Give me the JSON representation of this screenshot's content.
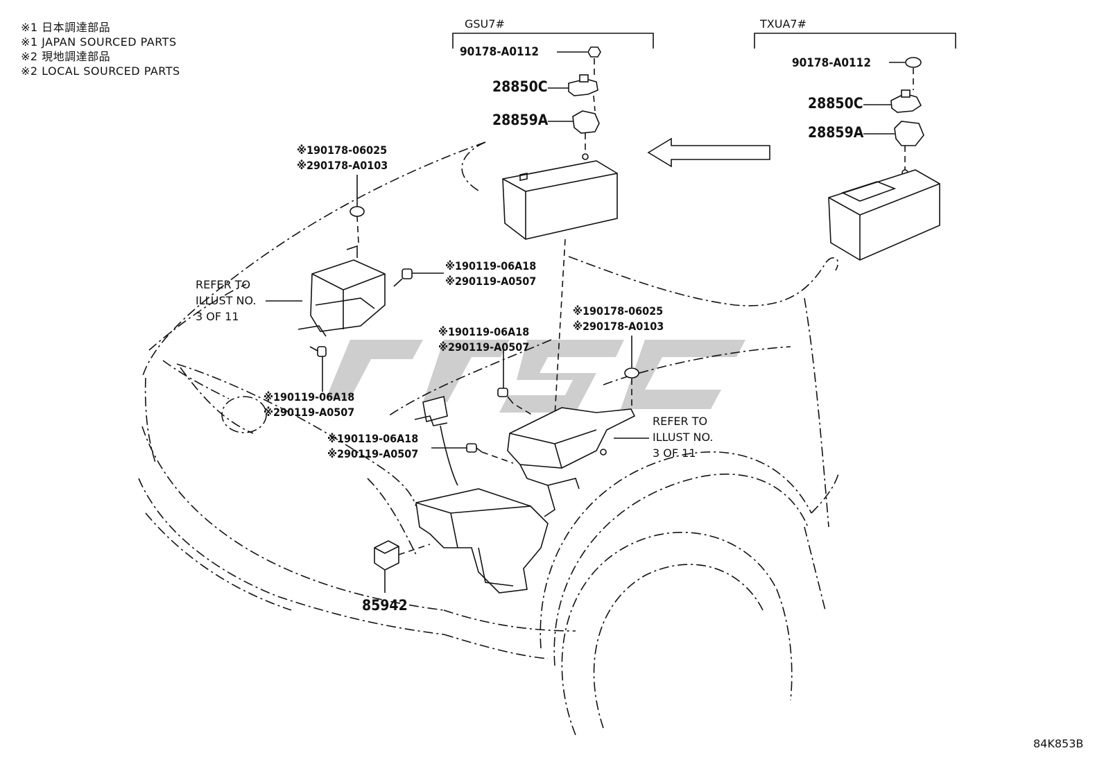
{
  "notes": [
    "※1 日本調達部品",
    "※1 JAPAN SOURCED PARTS",
    "※2 現地調達部品",
    "※2 LOCAL SOURCED PARTS"
  ],
  "variants": {
    "left": "GSU7#",
    "right": "TXUA7#"
  },
  "parts": {
    "nut_top": "90178-A0112",
    "clamp": "28850C",
    "bracket": "28859A",
    "label_85942": "85942"
  },
  "callouts": {
    "nut_left_1": "※190178-06025",
    "nut_left_2": "※290178-A0103",
    "bolt_a_1": "※190119-06A18",
    "bolt_a_2": "※290119-A0507",
    "bolt_b_1": "※190119-06A18",
    "bolt_b_2": "※290119-A0507",
    "bolt_c_1": "※190119-06A18",
    "bolt_c_2": "※290119-A0507",
    "bolt_d_1": "※190119-06A18",
    "bolt_d_2": "※290119-A0507",
    "nut_right_1": "※190178-06025",
    "nut_right_2": "※290178-A0103"
  },
  "refer_left": [
    "REFER TO",
    "ILLUST NO.",
    "3 OF 11"
  ],
  "refer_right": [
    "REFER TO",
    "ILLUST NO.",
    "3 OF 11"
  ],
  "figure_id": "84K853B"
}
